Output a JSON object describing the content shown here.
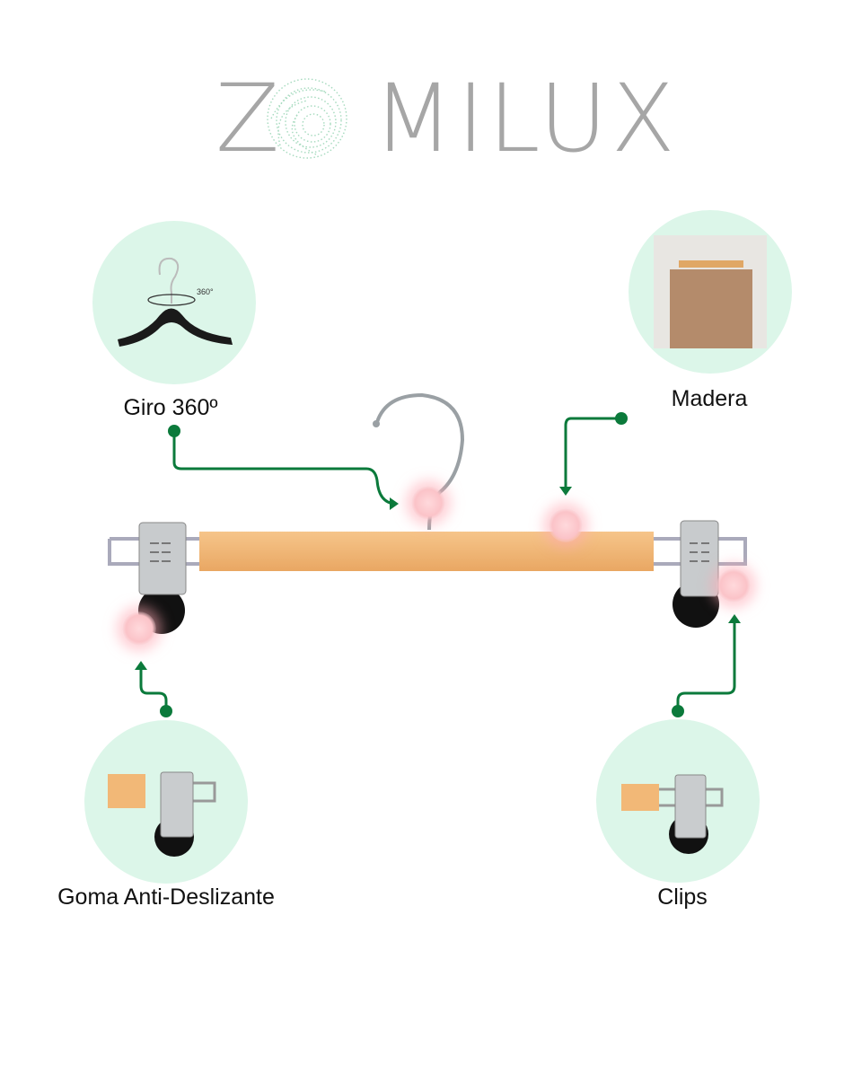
{
  "brand": {
    "logo_text": "ZOMILUX",
    "logo_left": "Z",
    "logo_right": "MILUX"
  },
  "colors": {
    "circle_bg": "#dcf6e9",
    "arrow": "#0b7a3b",
    "logo_gray": "#a6a6a6",
    "wood": "#f2b877"
  },
  "features": [
    {
      "label": "Giro 360º",
      "thumb_text": "360°"
    },
    {
      "label": "Madera"
    },
    {
      "label": "Goma Anti-Deslizante"
    },
    {
      "label": "Clips"
    }
  ]
}
